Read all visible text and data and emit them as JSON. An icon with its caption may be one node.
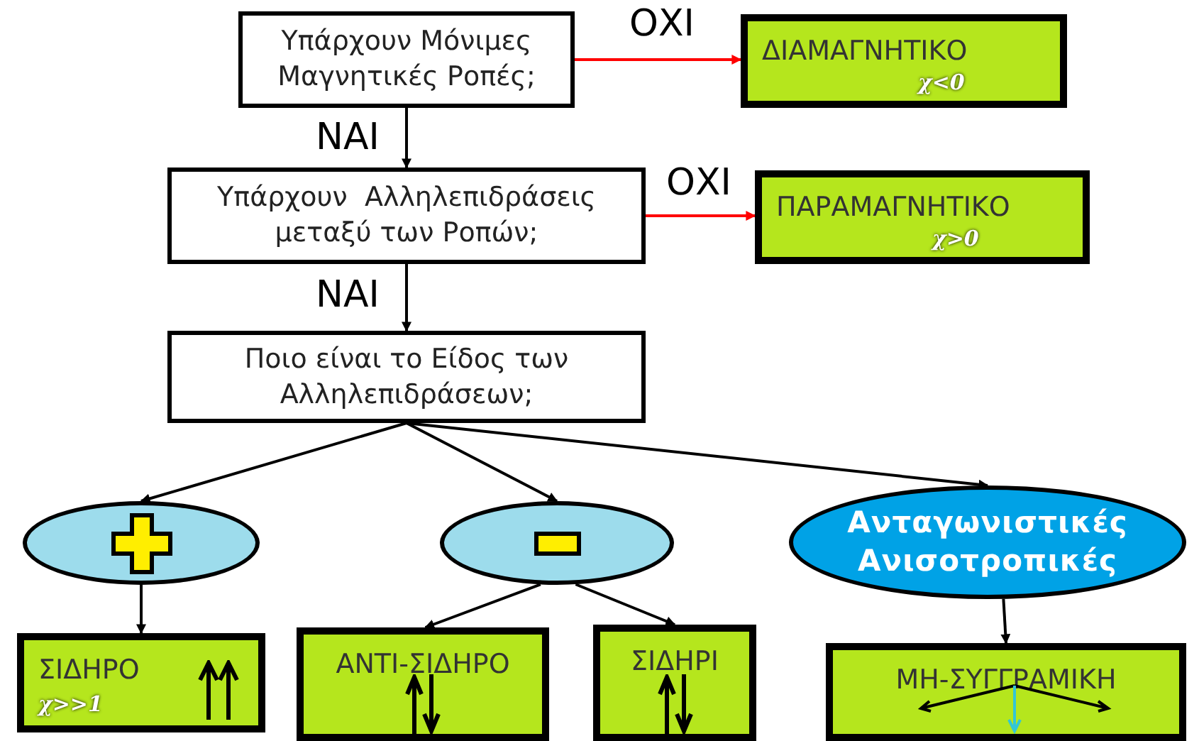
{
  "diagram": {
    "nodes": [
      {
        "text": [
          "Υπάρχουν Μόνιμες Μαγνητικές Ροπές;"
        ]
      },
      {
        "text": [
          "ΔΙΑΜΑΓΝΗΤΙΚΟ",
          "χ<0"
        ]
      },
      {
        "text": [
          "Υπάρχουν  Αλληλεπιδράσεις μεταξύ των Ροπών;"
        ]
      },
      {
        "text": [
          "ΠΑΡΑΜΑΓΝΗΤΙΚΟ",
          "χ>0"
        ]
      },
      {
        "text": [
          "Ποιο είναι το Είδος των Αλληλεπιδράσεων;"
        ]
      },
      {
        "text": [],
        "shape": "ellipse"
      },
      {
        "text": [],
        "shape": "ellipse"
      },
      {
        "text": [
          "Ανταγωνιστικές Ανισοτροπικές"
        ]
      },
      {
        "text": [
          "ΣΙΔΗΡΟ",
          "χ>>1"
        ]
      },
      {
        "text": [
          "ΑΝΤΙ-ΣΙΔΗΡΟ"
        ]
      },
      {
        "text": [
          "ΣΙΔΗΡΙ"
        ]
      },
      {
        "text": [
          "ΜΗ-ΣΥΓΓΡΑΜΙΚΗ"
        ]
      }
    ],
    "edges": [
      {
        "from": 0,
        "to": 1,
        "arrow": "to",
        "label": "ΟΧΙ",
        "color": "#ff0000"
      },
      {
        "from": 0,
        "to": 2,
        "arrow": "to",
        "label": "ΝΑΙ"
      },
      {
        "from": 2,
        "to": 3,
        "arrow": "to",
        "label": "ΟΧΙ",
        "color": "#ff0000"
      },
      {
        "from": 2,
        "to": 4,
        "arrow": "to",
        "label": "ΝΑΙ"
      },
      {
        "from": 4,
        "to": 5,
        "arrow": "to"
      },
      {
        "from": 4,
        "to": 6,
        "arrow": "to"
      },
      {
        "from": 4,
        "to": 7,
        "arrow": "to"
      },
      {
        "from": 5,
        "to": 8,
        "arrow": "to"
      },
      {
        "from": 6,
        "to": 9,
        "arrow": "to"
      },
      {
        "from": 6,
        "to": 10,
        "arrow": "to"
      },
      {
        "from": 7,
        "to": 11,
        "arrow": "to"
      }
    ]
  }
}
